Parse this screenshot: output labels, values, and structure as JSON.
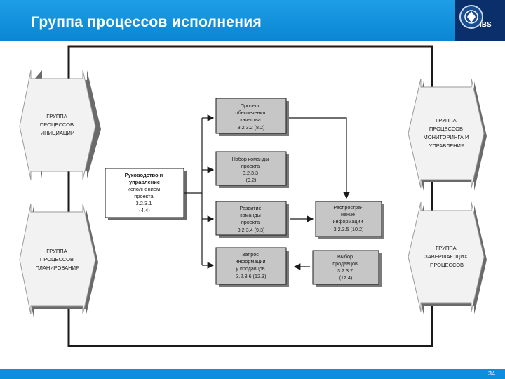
{
  "header": {
    "title": "Группа процессов исполнения",
    "logo_label": "IBS"
  },
  "footer": {
    "page_number": "34"
  },
  "diagram": {
    "side_groups": {
      "initiation": [
        "ГРУППА",
        "ПРОЦЕССОВ",
        "ИНИЦИАЦИИ"
      ],
      "planning": [
        "ГРУППА",
        "ПРОЦЕССОВ",
        "ПЛАНИРОВАНИЯ"
      ],
      "monitoring": [
        "ГРУППА",
        "ПРОЦЕССОВ",
        "МОНИТОРИНГА И",
        "УПРАВЛЕНИЯ"
      ],
      "closing": [
        "ГРУППА",
        "ЗАВЕРШАЮЩИХ",
        "ПРОЦЕССОВ"
      ]
    },
    "main_process": [
      "Руководство и",
      "управление",
      "исполнением",
      "проекта",
      "3.2.3.1",
      "(4.4)"
    ],
    "processes": {
      "quality": [
        "Процесс",
        "обеспечения",
        "качества",
        "3.2.3.2 (8.2)"
      ],
      "team_acquire": [
        "Набор команды",
        "проекта",
        "3.2.3.3",
        "(9.2)"
      ],
      "team_develop": [
        "Развитие",
        "команды",
        "проекта",
        "3.2.3.4 (9.3)"
      ],
      "info_request": [
        "Запрос",
        "информации",
        "у продавцов",
        "3.2.3.6 (12.3)"
      ],
      "info_distribution": [
        "Распростра-",
        "нение",
        "информации",
        "3.2.3.5 (10.2)"
      ],
      "seller_selection": [
        "Выбор",
        "продавцов",
        "3.2.3.7",
        "(12.4)"
      ]
    }
  }
}
